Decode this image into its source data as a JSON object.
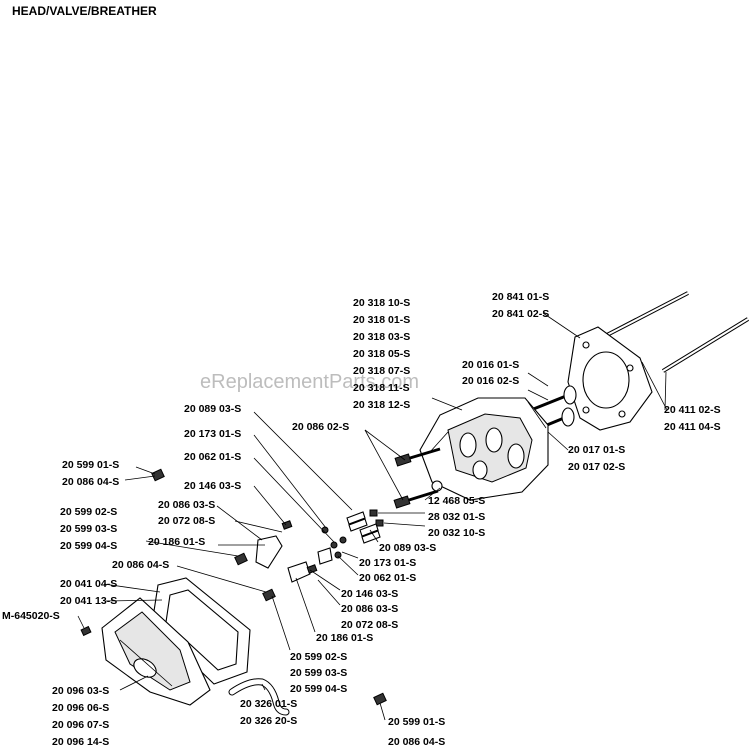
{
  "title": "HEAD/VALVE/BREATHER",
  "watermark": "eReplacementParts.com",
  "callouts": {
    "head_bolts": [
      "20 318 10-S",
      "20 318 01-S",
      "20 318 03-S",
      "20 318 05-S",
      "20 318 07-S",
      "20 318 11-S",
      "20 318 12-S"
    ],
    "head_gasket": [
      "20 841 01-S",
      "20 841 02-S"
    ],
    "valve_set_top": [
      "20 016 01-S",
      "20 016 02-S"
    ],
    "push_rod": [
      "20 411 02-S",
      "20 411 04-S"
    ],
    "valve_set_bottom": [
      "20 017 01-S",
      "20 017 02-S"
    ],
    "spring_upper": [
      "20 089 03-S"
    ],
    "stud_upper": [
      "20 086 02-S"
    ],
    "retainer_upper": [
      "20 173 01-S"
    ],
    "seal_upper": [
      "20 062 01-S"
    ],
    "screw_left": [
      "20 599 01-S",
      "20 086 04-S"
    ],
    "rocker_upper": [
      "20 146 03-S"
    ],
    "rocker_pivot_upper": [
      "20 086 03-S",
      "20 072 08-S"
    ],
    "rocker_bracket_left": [
      "20 599 02-S",
      "20 599 03-S",
      "20 599 04-S"
    ],
    "pin_upper": [
      "20 186 01-S"
    ],
    "screw_mid": [
      "20 086 04-S"
    ],
    "washer": [
      "12 468 05-S"
    ],
    "nut_group": [
      "28 032 01-S",
      "20 032 10-S"
    ],
    "spring_lower": [
      "20 089 03-S"
    ],
    "retainer_lower": [
      "20 173 01-S"
    ],
    "seal_lower": [
      "20 062 01-S"
    ],
    "rocker_lower": [
      "20 146 03-S"
    ],
    "rocker_pivot_lower": [
      "20 086 03-S",
      "20 072 08-S"
    ],
    "pin_lower": [
      "20 186 01-S"
    ],
    "cover_gasket": [
      "20 041 04-S",
      "20 041 13-S"
    ],
    "cover_screw": [
      "M-645020-S"
    ],
    "bracket_lower": [
      "20 599 02-S",
      "20 599 03-S",
      "20 599 04-S"
    ],
    "valve_cover": [
      "20 096 03-S",
      "20 096 06-S",
      "20 096 07-S",
      "20 096 14-S"
    ],
    "breather_hose": [
      "20 326 01-S",
      "20 326 20-S"
    ],
    "screw_bottom": [
      "20 599 01-S",
      "20 086 04-S"
    ]
  }
}
